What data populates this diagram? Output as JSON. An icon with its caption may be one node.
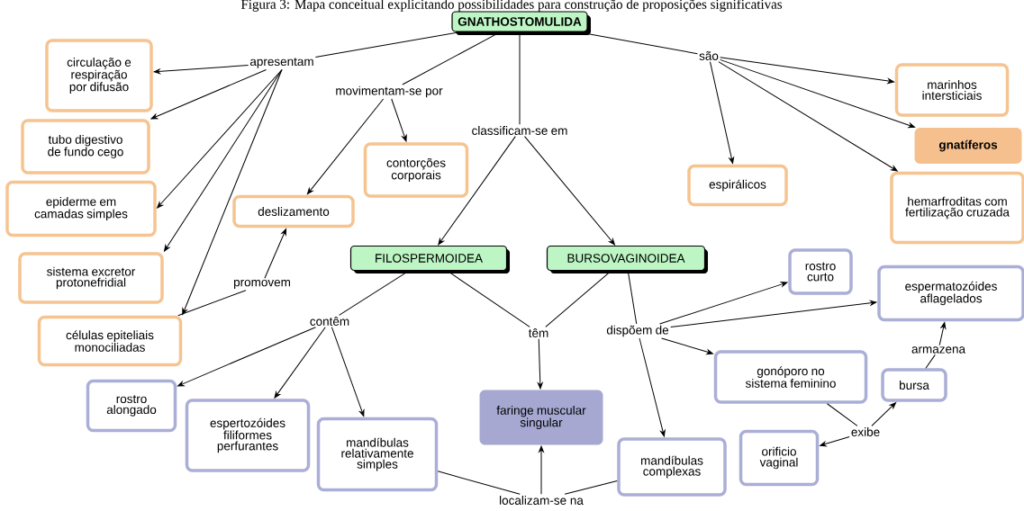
{
  "diagram": {
    "title": "Figura 3: Mapa conceitual explicitando possibilidades para construção de proposições significativas",
    "nodes": [
      {
        "text": [
          "GNATHOSTOMULIDA"
        ]
      },
      {
        "text": [
          "apresentam"
        ]
      },
      {
        "text": [
          "movimentam-se por"
        ]
      },
      {
        "text": [
          "classificam-se em"
        ]
      },
      {
        "text": [
          "são"
        ]
      },
      {
        "text": [
          "circulação e respiração por difusão"
        ]
      },
      {
        "text": [
          "tubo digestivo de fundo cego"
        ]
      },
      {
        "text": [
          "epiderme em camadas simples"
        ]
      },
      {
        "text": [
          "sistema excretor protonefridial"
        ]
      },
      {
        "text": [
          "células epiteliais monociliadas"
        ]
      },
      {
        "text": [
          "contorções corporais"
        ]
      },
      {
        "text": [
          "deslizamento"
        ]
      },
      {
        "text": [
          "promovem"
        ]
      },
      {
        "text": [
          "espirálicos"
        ]
      },
      {
        "text": [
          "marinhos intersticiais"
        ]
      },
      {
        "text": [
          "gnatíferos"
        ]
      },
      {
        "text": [
          "hemarfroditas com fertilização cruzada"
        ]
      },
      {
        "text": [
          "FILOSPERMOIDEA"
        ]
      },
      {
        "text": [
          "BURSOVAGINOIDEA"
        ]
      },
      {
        "text": [
          "contêm"
        ]
      },
      {
        "text": [
          "têm"
        ]
      },
      {
        "text": [
          "dispõem de"
        ]
      },
      {
        "text": [
          "rostro curto"
        ]
      },
      {
        "text": [
          "espermatozóides aflagelados"
        ]
      },
      {
        "text": [
          "rostro alongado"
        ]
      },
      {
        "text": [
          "espertozóides filiformes perfurantes"
        ]
      },
      {
        "text": [
          "mandíbulas relativamente simples"
        ]
      },
      {
        "text": [
          "faringe muscular singular"
        ]
      },
      {
        "text": [
          "gonóporo no sistema feminino"
        ]
      },
      {
        "text": [
          "bursa"
        ]
      },
      {
        "text": [
          "armazena"
        ]
      },
      {
        "text": [
          "exibe"
        ]
      },
      {
        "text": [
          "orificio vaginal"
        ]
      },
      {
        "text": [
          "mandíbulas complexas"
        ]
      },
      {
        "text": [
          "localizam-se na"
        ]
      }
    ],
    "edges": [
      {
        "from": 0,
        "to": 1,
        "arrow": "none"
      },
      {
        "from": 1,
        "to": 5,
        "arrow": "to"
      },
      {
        "from": 1,
        "to": 6,
        "arrow": "to"
      },
      {
        "from": 1,
        "to": 7,
        "arrow": "to"
      },
      {
        "from": 1,
        "to": 8,
        "arrow": "to"
      },
      {
        "from": 1,
        "to": 9,
        "arrow": "to"
      },
      {
        "from": 0,
        "to": 2,
        "arrow": "none"
      },
      {
        "from": 2,
        "to": 11,
        "arrow": "to"
      },
      {
        "from": 2,
        "to": 10,
        "arrow": "to"
      },
      {
        "from": 0,
        "to": 3,
        "arrow": "none"
      },
      {
        "from": 3,
        "to": 17,
        "arrow": "to"
      },
      {
        "from": 3,
        "to": 18,
        "arrow": "to"
      },
      {
        "from": 0,
        "to": 4,
        "arrow": "none"
      },
      {
        "from": 4,
        "to": 13,
        "arrow": "to"
      },
      {
        "from": 4,
        "to": 14,
        "arrow": "to"
      },
      {
        "from": 4,
        "to": 15,
        "arrow": "to"
      },
      {
        "from": 4,
        "to": 16,
        "arrow": "to"
      },
      {
        "from": 9,
        "to": 12,
        "arrow": "none"
      },
      {
        "from": 12,
        "to": 11,
        "arrow": "to"
      },
      {
        "from": 17,
        "to": 19,
        "arrow": "none"
      },
      {
        "from": 19,
        "to": 24,
        "arrow": "to"
      },
      {
        "from": 19,
        "to": 25,
        "arrow": "to"
      },
      {
        "from": 19,
        "to": 26,
        "arrow": "to"
      },
      {
        "from": 17,
        "to": 20,
        "arrow": "none"
      },
      {
        "from": 18,
        "to": 20,
        "arrow": "none"
      },
      {
        "from": 20,
        "to": 27,
        "arrow": "to"
      },
      {
        "from": 18,
        "to": 21,
        "arrow": "none"
      },
      {
        "from": 21,
        "to": 22,
        "arrow": "to"
      },
      {
        "from": 21,
        "to": 23,
        "arrow": "to"
      },
      {
        "from": 21,
        "to": 28,
        "arrow": "to"
      },
      {
        "from": 21,
        "to": 33,
        "arrow": "to"
      },
      {
        "from": 28,
        "to": 31,
        "arrow": "none"
      },
      {
        "from": 31,
        "to": 32,
        "arrow": "to"
      },
      {
        "from": 31,
        "to": 29,
        "arrow": "to"
      },
      {
        "from": 29,
        "to": 30,
        "arrow": "none"
      },
      {
        "from": 30,
        "to": 23,
        "arrow": "to"
      },
      {
        "from": 26,
        "to": 34,
        "arrow": "none"
      },
      {
        "from": 33,
        "to": 34,
        "arrow": "none"
      },
      {
        "from": 34,
        "to": 27,
        "arrow": "to"
      }
    ]
  }
}
